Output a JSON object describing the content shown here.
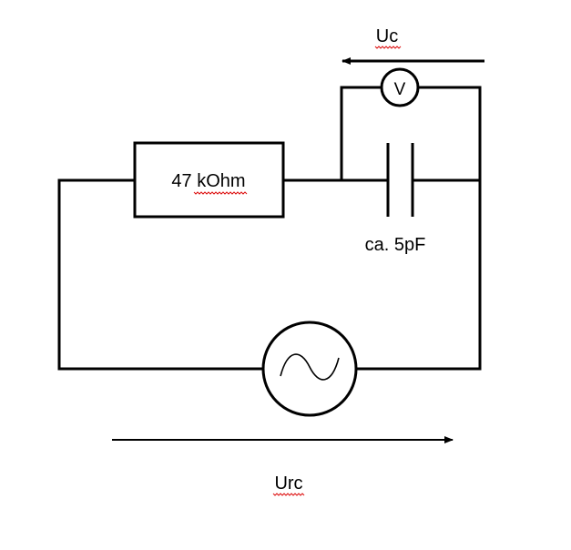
{
  "components": {
    "resistor_label": "47 kOhm",
    "capacitor_label": "ca. 5pF",
    "voltmeter_symbol": "V",
    "source_icon": "ac-sine-icon"
  },
  "voltages": {
    "capacitor_voltage_label": "Uc",
    "total_voltage_label": "Urc"
  },
  "colors": {
    "stroke": "#000000",
    "spellcheck_underline": "#dd1111",
    "background": "#ffffff"
  }
}
